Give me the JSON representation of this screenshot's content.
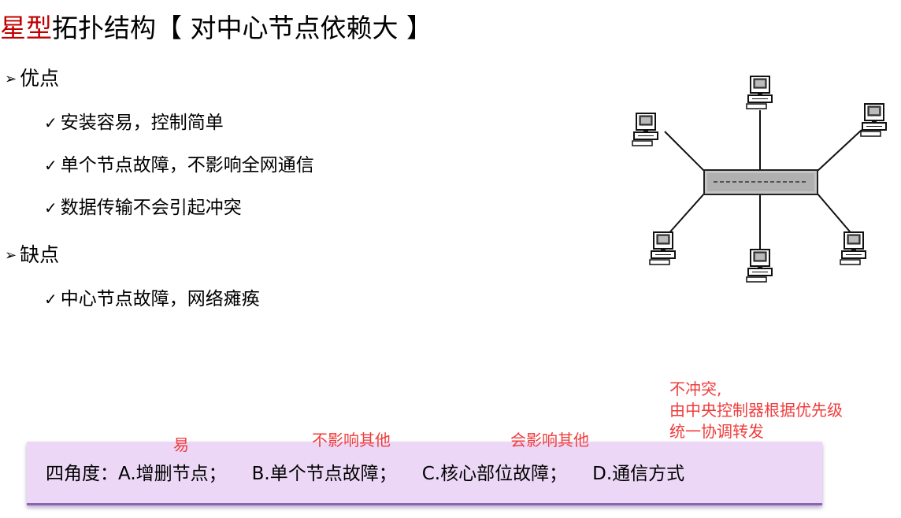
{
  "title": {
    "accent": "星型",
    "rest": "拓扑结构【 对中心节点依赖大 】"
  },
  "pros": {
    "marker": "➢",
    "label": "优点",
    "items": [
      "安装容易，控制简单",
      "单个节点故障，不影响全网通信",
      "数据传输不会引起冲突"
    ]
  },
  "cons": {
    "marker": "➢",
    "label": "缺点",
    "items": [
      "中心节点故障，网络瘫痪"
    ]
  },
  "check_marker": "✓",
  "angles": {
    "prefix": "四角度：",
    "a": "A.增删节点；",
    "b": "B.单个节点故障；",
    "c": "C.核心部位故障；",
    "d": "D.通信方式"
  },
  "notes": {
    "a": "易",
    "b": "不影响其他",
    "c": "会影响其他",
    "d_line1": "不冲突,",
    "d_line2": "由中央控制器根据优先级",
    "d_line3": "统一协调转发"
  },
  "colors": {
    "title_accent": "#c00000",
    "note_text": "#f03c3c",
    "box_fill": "#ecd8f6",
    "box_border": "#8a63b5"
  }
}
